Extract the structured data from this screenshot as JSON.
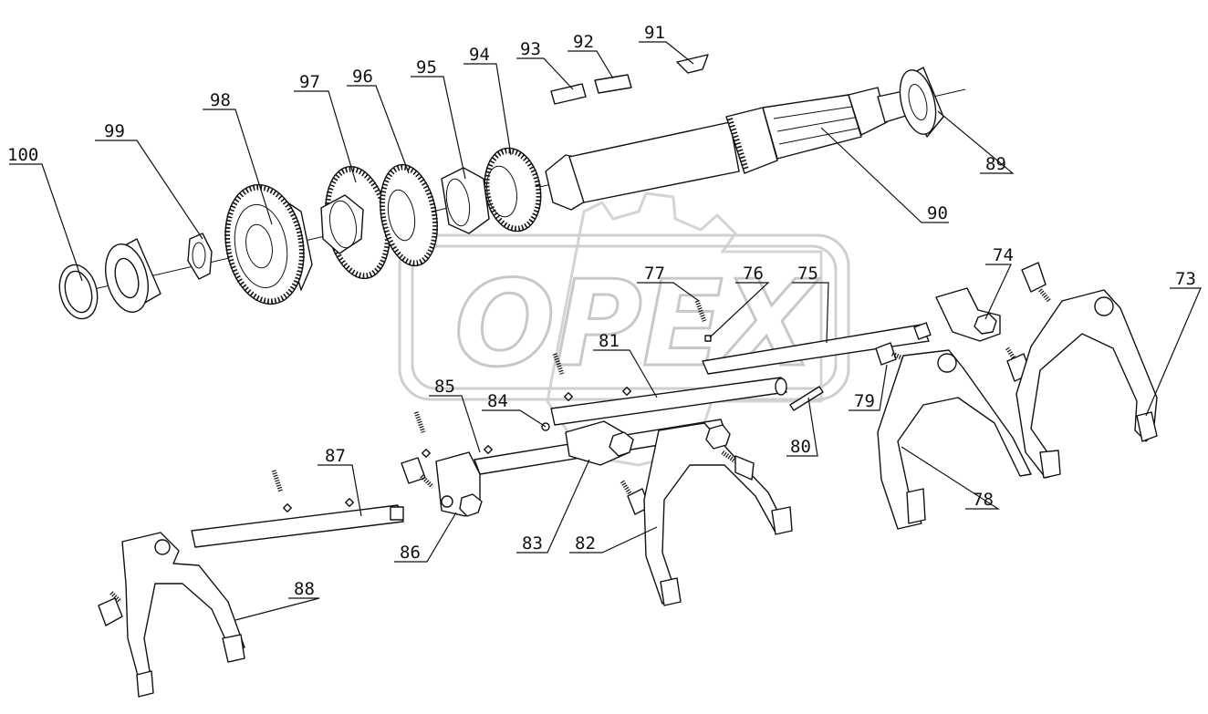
{
  "watermark": {
    "text": "OPEX"
  },
  "callouts": [
    {
      "label": "100",
      "part": "retaining-ring"
    },
    {
      "label": "99",
      "part": "lock-washer"
    },
    {
      "label": "98",
      "part": "large-gear"
    },
    {
      "label": "97",
      "part": "gear"
    },
    {
      "label": "96",
      "part": "gear"
    },
    {
      "label": "95",
      "part": "spacer-bushing"
    },
    {
      "label": "94",
      "part": "gear"
    },
    {
      "label": "93",
      "part": "key"
    },
    {
      "label": "92",
      "part": "key"
    },
    {
      "label": "91",
      "part": "woodruff-key"
    },
    {
      "label": "90",
      "part": "spline-shaft"
    },
    {
      "label": "89",
      "part": "bearing"
    },
    {
      "label": "88",
      "part": "shift-fork"
    },
    {
      "label": "87",
      "part": "shift-rail"
    },
    {
      "label": "86",
      "part": "shift-lug"
    },
    {
      "label": "85",
      "part": "shift-rail"
    },
    {
      "label": "84",
      "part": "detent-ball"
    },
    {
      "label": "83",
      "part": "shift-lug"
    },
    {
      "label": "82",
      "part": "shift-fork"
    },
    {
      "label": "81",
      "part": "shift-rail"
    },
    {
      "label": "80",
      "part": "interlock-pin"
    },
    {
      "label": "79",
      "part": "set-screw"
    },
    {
      "label": "78",
      "part": "shift-fork"
    },
    {
      "label": "77",
      "part": "detent-spring"
    },
    {
      "label": "76",
      "part": "detent-ball"
    },
    {
      "label": "75",
      "part": "shift-rail"
    },
    {
      "label": "74",
      "part": "shift-lug"
    },
    {
      "label": "73",
      "part": "shift-fork"
    }
  ]
}
